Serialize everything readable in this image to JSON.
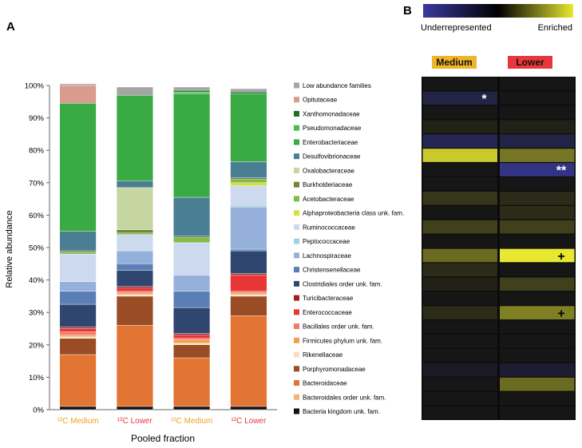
{
  "panel_a_letter": "A",
  "panel_b_letter": "B",
  "colorbar": {
    "low_label": "Underrepresented",
    "high_label": "Enriched",
    "colors": [
      "#3a3aa0",
      "#000000",
      "#e8e832"
    ]
  },
  "heatmap_headers": [
    {
      "label": "Medium",
      "color": "#f0b429"
    },
    {
      "label": "Lower",
      "color": "#e8373c"
    }
  ],
  "chart_data": [
    {
      "type": "bar",
      "stacked": true,
      "ylabel": "Relative abundance",
      "xlabel": "Pooled fraction",
      "ylim": [
        0,
        100
      ],
      "yticks": [
        "0%",
        "10%",
        "20%",
        "30%",
        "40%",
        "50%",
        "60%",
        "70%",
        "80%",
        "90%",
        "100%"
      ],
      "categories": [
        {
          "label": "¹²C Medium",
          "color": "#f0a020"
        },
        {
          "label": "¹²C Lower",
          "color": "#e8373c"
        },
        {
          "label": "¹²C Medium",
          "color": "#f0a020"
        },
        {
          "label": "¹²C Lower",
          "color": "#e8373c"
        }
      ],
      "series": [
        {
          "name": "Bacteria kingdom unk. fam.",
          "color": "#111111",
          "values": [
            1,
            1,
            1,
            1
          ]
        },
        {
          "name": "Bacteroidales order unk. fam.",
          "color": "#f7b27a",
          "values": [
            0,
            0,
            0,
            0
          ]
        },
        {
          "name": "Bacteroidaceae",
          "color": "#e27434",
          "values": [
            16,
            25,
            15,
            28
          ]
        },
        {
          "name": "Porphyromonadaceae",
          "color": "#9a4d25",
          "values": [
            5,
            9,
            4,
            6
          ]
        },
        {
          "name": "Rikenellaceae",
          "color": "#fadcc4",
          "values": [
            0.5,
            0.5,
            0.5,
            0.5
          ]
        },
        {
          "name": "Firmicutes phylum unk. fam.",
          "color": "#f0a04b",
          "values": [
            0.5,
            0.5,
            1,
            0.5
          ]
        },
        {
          "name": "Bacillales order unk. fam.",
          "color": "#f27b6e",
          "values": [
            1,
            0.5,
            0.5,
            0.5
          ]
        },
        {
          "name": "Enterococcaceae",
          "color": "#e83636",
          "values": [
            1,
            1,
            1,
            5
          ]
        },
        {
          "name": "Turicibacteraceae",
          "color": "#a11f1f",
          "values": [
            0.5,
            0.5,
            0.5,
            0.5
          ]
        },
        {
          "name": "Clostridiales order unk. fam.",
          "color": "#2f4670",
          "values": [
            7,
            5,
            8,
            7
          ]
        },
        {
          "name": "Christensenellaceae",
          "color": "#5b7fb5",
          "values": [
            4,
            2,
            5,
            0.5
          ]
        },
        {
          "name": "Lachnospiraceae",
          "color": "#95b0db",
          "values": [
            3,
            4,
            5,
            13
          ]
        },
        {
          "name": "Peptococcaceae",
          "color": "#9fd3e0",
          "values": [
            0,
            0,
            0,
            0.5
          ]
        },
        {
          "name": "Ruminococcaceae",
          "color": "#cdd9ee",
          "values": [
            8.5,
            5,
            10,
            6
          ]
        },
        {
          "name": "Alphaproteobacteria class unk. fam.",
          "color": "#d4df4a",
          "values": [
            0,
            0,
            0,
            1
          ]
        },
        {
          "name": "Acetobacteraceae",
          "color": "#7fbc4a",
          "values": [
            0.5,
            0.5,
            1.5,
            1
          ]
        },
        {
          "name": "Burkholderiaceae",
          "color": "#71853a",
          "values": [
            0.5,
            1,
            0.5,
            0.5
          ]
        },
        {
          "name": "Oxalobacteraceae",
          "color": "#c5d6a0",
          "values": [
            0,
            13,
            0,
            0
          ]
        },
        {
          "name": "Desulfovibrionaceae",
          "color": "#4a7f93",
          "values": [
            6,
            2,
            12,
            5
          ]
        },
        {
          "name": "Enterobacteriaceae",
          "color": "#3aab44",
          "values": [
            39.5,
            26.5,
            32,
            21
          ]
        },
        {
          "name": "Pseudomonadaceae",
          "color": "#4cbd4c",
          "values": [
            0,
            0,
            0.5,
            0
          ]
        },
        {
          "name": "Xanthomonadaceae",
          "color": "#1f6e2e",
          "values": [
            0,
            0,
            0.5,
            0.5
          ]
        },
        {
          "name": "Opitutaceae",
          "color": "#d99b8e",
          "values": [
            5.5,
            0,
            0,
            0
          ]
        },
        {
          "name": "Low abundance families",
          "color": "#a5a5a5",
          "values": [
            0.5,
            2.5,
            1,
            1
          ]
        }
      ]
    },
    {
      "type": "heatmap",
      "columns": [
        "Medium",
        "Lower"
      ],
      "rows": [
        "Low abundance families",
        "Opitutaceae",
        "Xanthomonadaceae",
        "Pseudomonadaceae",
        "Enterobacteriaceae",
        "Desulfovibrionaceae",
        "Oxalobacteraceae",
        "Burkholderiaceae",
        "Acetobacteraceae",
        "Alphaproteobacteria class unk. fam.",
        "Ruminococcaceae",
        "Peptococcaceae",
        "Lachnospiraceae",
        "Christensenellaceae",
        "Clostridiales order unk. fam.",
        "Turicibacteraceae",
        "Enterococcaceae",
        "Bacillales order unk. fam.",
        "Firmicutes phylum unk. fam.",
        "Rikenellaceae",
        "Porphyromonadaceae",
        "Bacteroidaceae",
        "Bacteroidales order unk. fam.",
        "Bacteria kingdom unk. fam."
      ],
      "values": [
        [
          0,
          0
        ],
        [
          -0.35,
          0
        ],
        [
          0,
          0
        ],
        [
          0.05,
          0.05
        ],
        [
          -0.45,
          -0.35
        ],
        [
          0.85,
          0.45
        ],
        [
          0,
          -0.8
        ],
        [
          0,
          0
        ],
        [
          0.15,
          0.1
        ],
        [
          0,
          0.1
        ],
        [
          0.2,
          0.2
        ],
        [
          0,
          0
        ],
        [
          0.4,
          1.0
        ],
        [
          0.1,
          0
        ],
        [
          0.05,
          0.2
        ],
        [
          0,
          0
        ],
        [
          0.1,
          0.5
        ],
        [
          0,
          0
        ],
        [
          0,
          0
        ],
        [
          0,
          0
        ],
        [
          -0.1,
          -0.2
        ],
        [
          0,
          0.4
        ],
        [
          0,
          0
        ],
        [
          0,
          0
        ]
      ],
      "annotations": [
        {
          "row": 1,
          "col": 0,
          "text": "*",
          "color": "#ffffff"
        },
        {
          "row": 6,
          "col": 1,
          "text": "**",
          "color": "#ffffff"
        },
        {
          "row": 12,
          "col": 1,
          "text": "+",
          "color": "#000000"
        },
        {
          "row": 16,
          "col": 1,
          "text": "+",
          "color": "#000000"
        }
      ]
    }
  ]
}
